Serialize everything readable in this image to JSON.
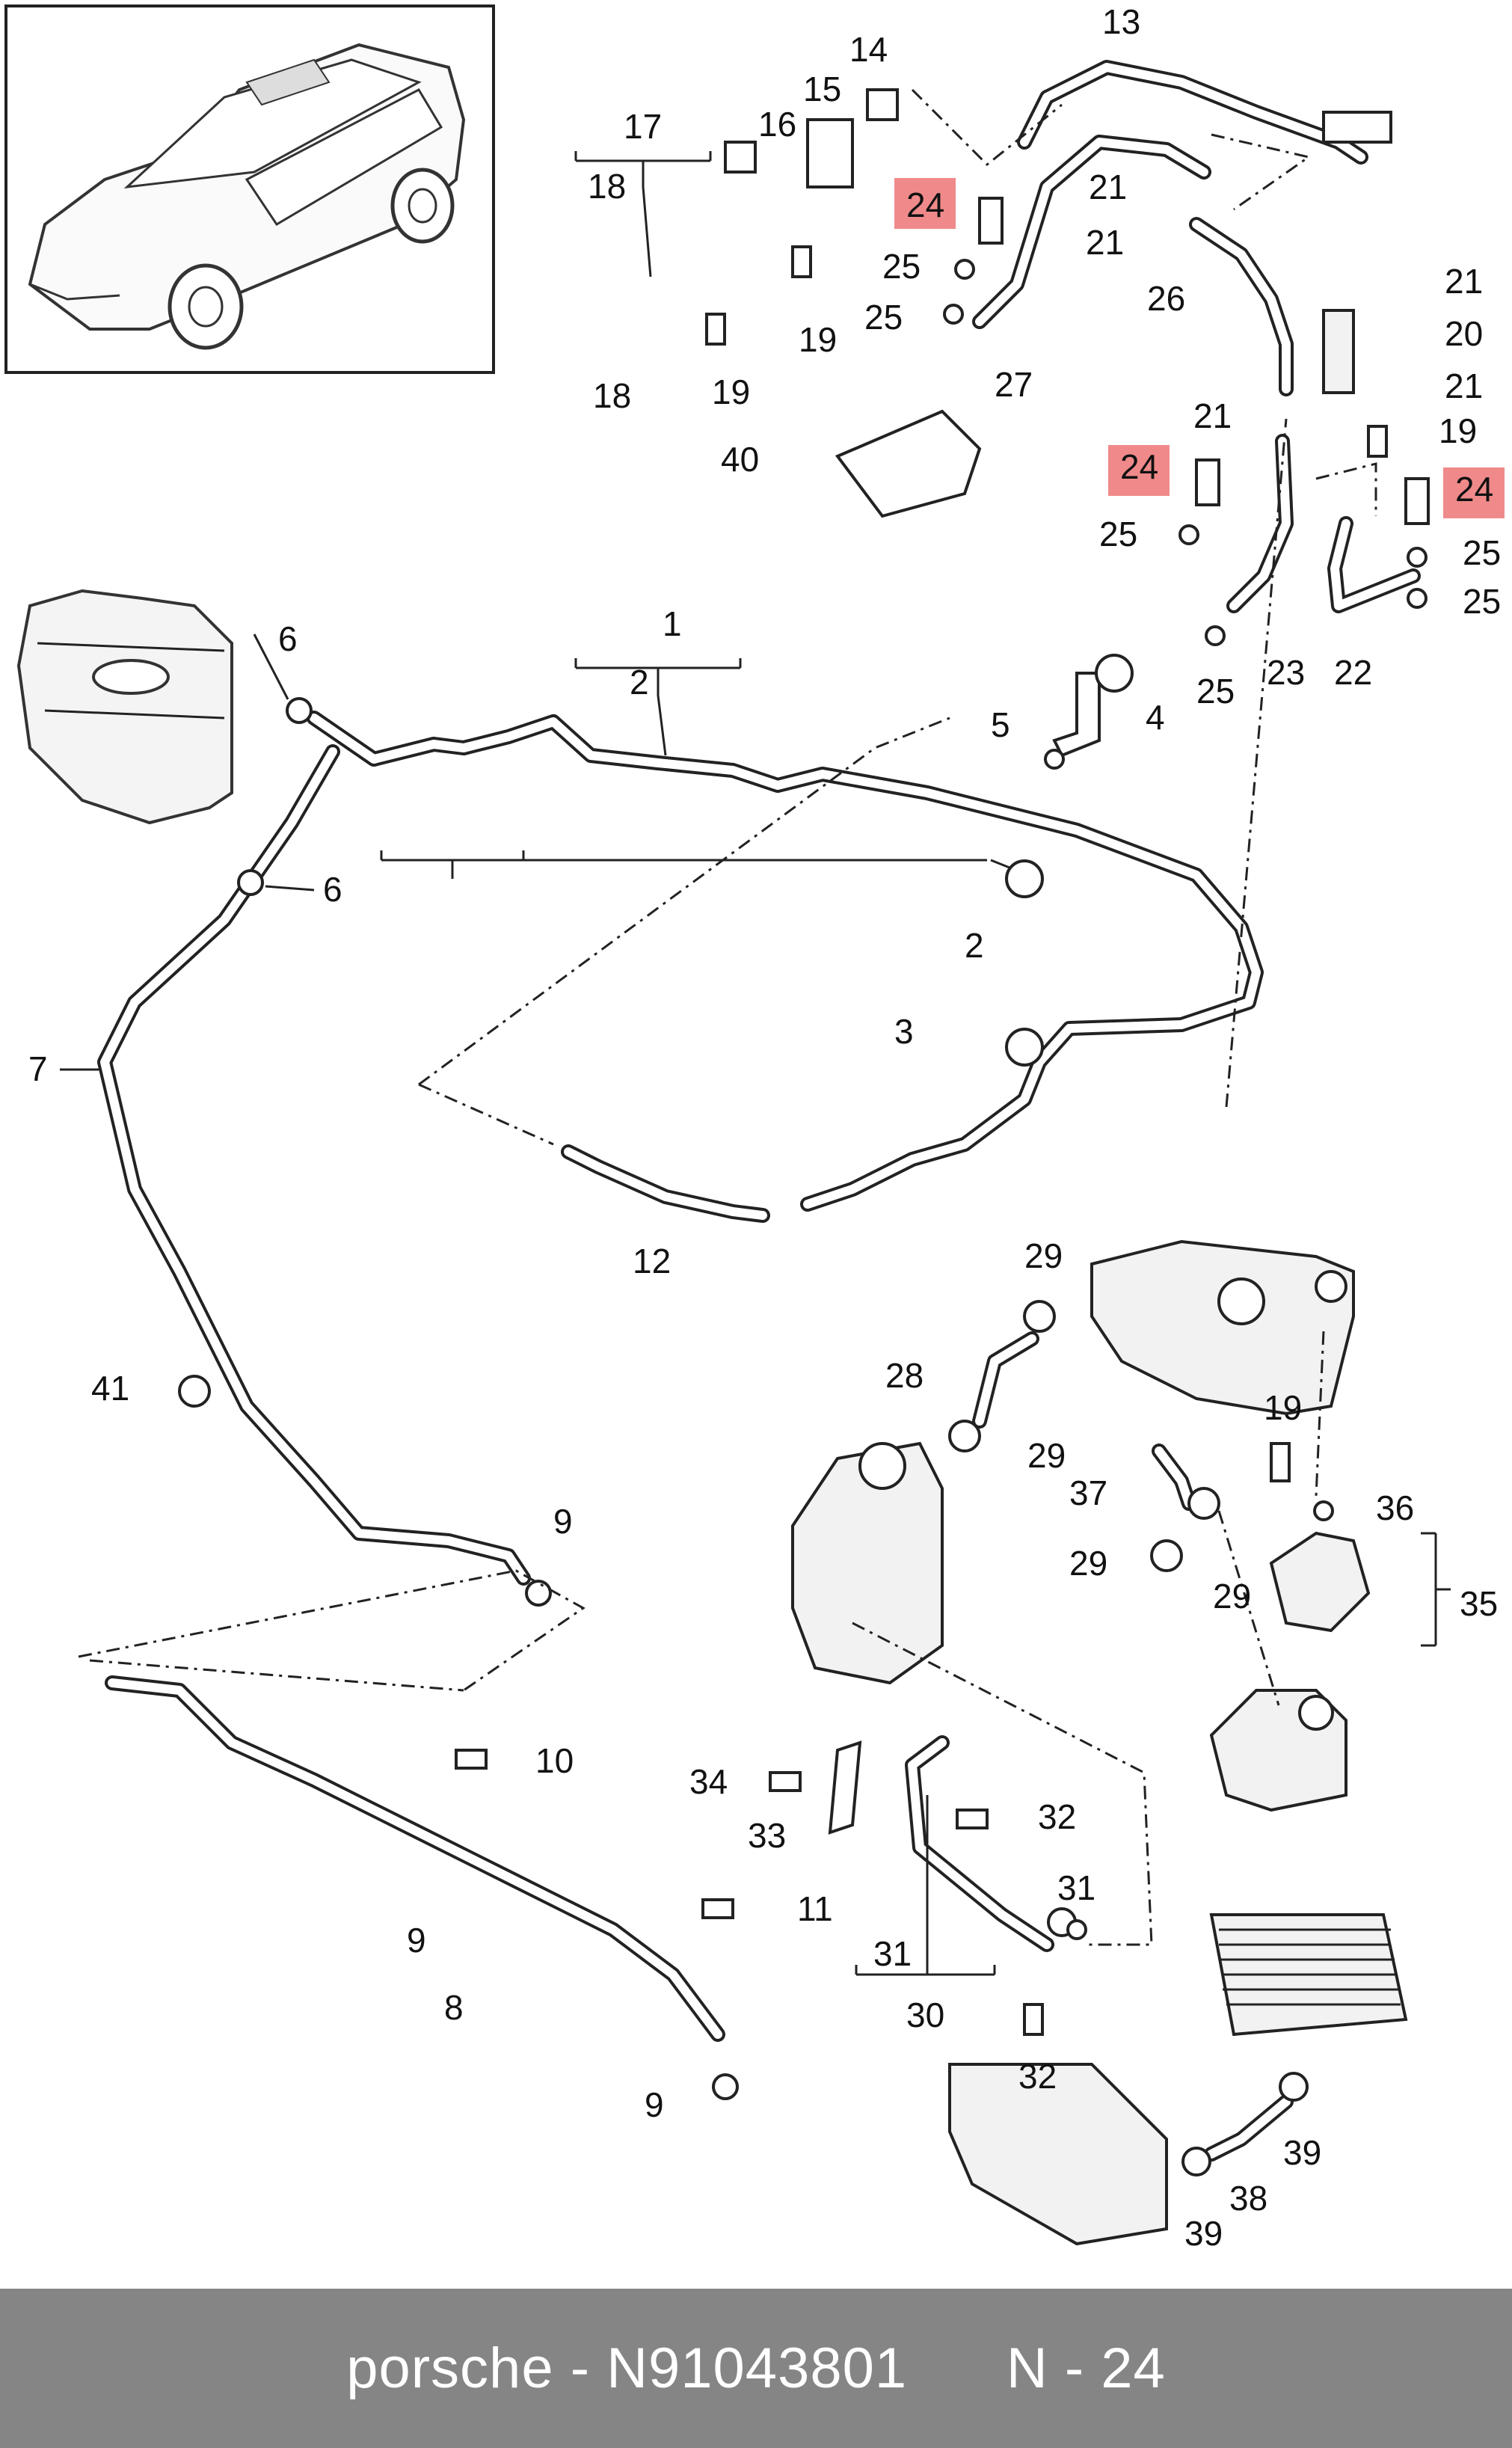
{
  "footer": {
    "text": "porsche - N91043801      N - 24"
  },
  "highlight_color": "#f08a8a",
  "labels": {
    "l1": "1",
    "l2a": "2",
    "l2b": "2",
    "l3": "3",
    "l4": "4",
    "l5": "5",
    "l6a": "6",
    "l6b": "6",
    "l7": "7",
    "l8": "8",
    "l9a": "9",
    "l9b": "9",
    "l9c": "9",
    "l10": "10",
    "l11": "11",
    "l12": "12",
    "l13": "13",
    "l14": "14",
    "l15": "15",
    "l16": "16",
    "l17": "17",
    "l18a": "18",
    "l18b": "18",
    "l19a": "19",
    "l19b": "19",
    "l19c": "19",
    "l19d": "19",
    "l20": "20",
    "l21a": "21",
    "l21b": "21",
    "l21c": "21",
    "l21d": "21",
    "l21e": "21",
    "l22": "22",
    "l23": "23",
    "l24a": "24",
    "l24b": "24",
    "l24c": "24",
    "l25a": "25",
    "l25b": "25",
    "l25c": "25",
    "l25d": "25",
    "l25e": "25",
    "l25f": "25",
    "l26": "26",
    "l27": "27",
    "l28": "28",
    "l29a": "29",
    "l29b": "29",
    "l29c": "29",
    "l29d": "29",
    "l30": "30",
    "l31a": "31",
    "l31b": "31",
    "l32a": "32",
    "l32b": "32",
    "l33": "33",
    "l34": "34",
    "l35": "35",
    "l36": "36",
    "l37": "37",
    "l38": "38",
    "l39a": "39",
    "l39b": "39",
    "l40": "40",
    "l41": "41"
  }
}
